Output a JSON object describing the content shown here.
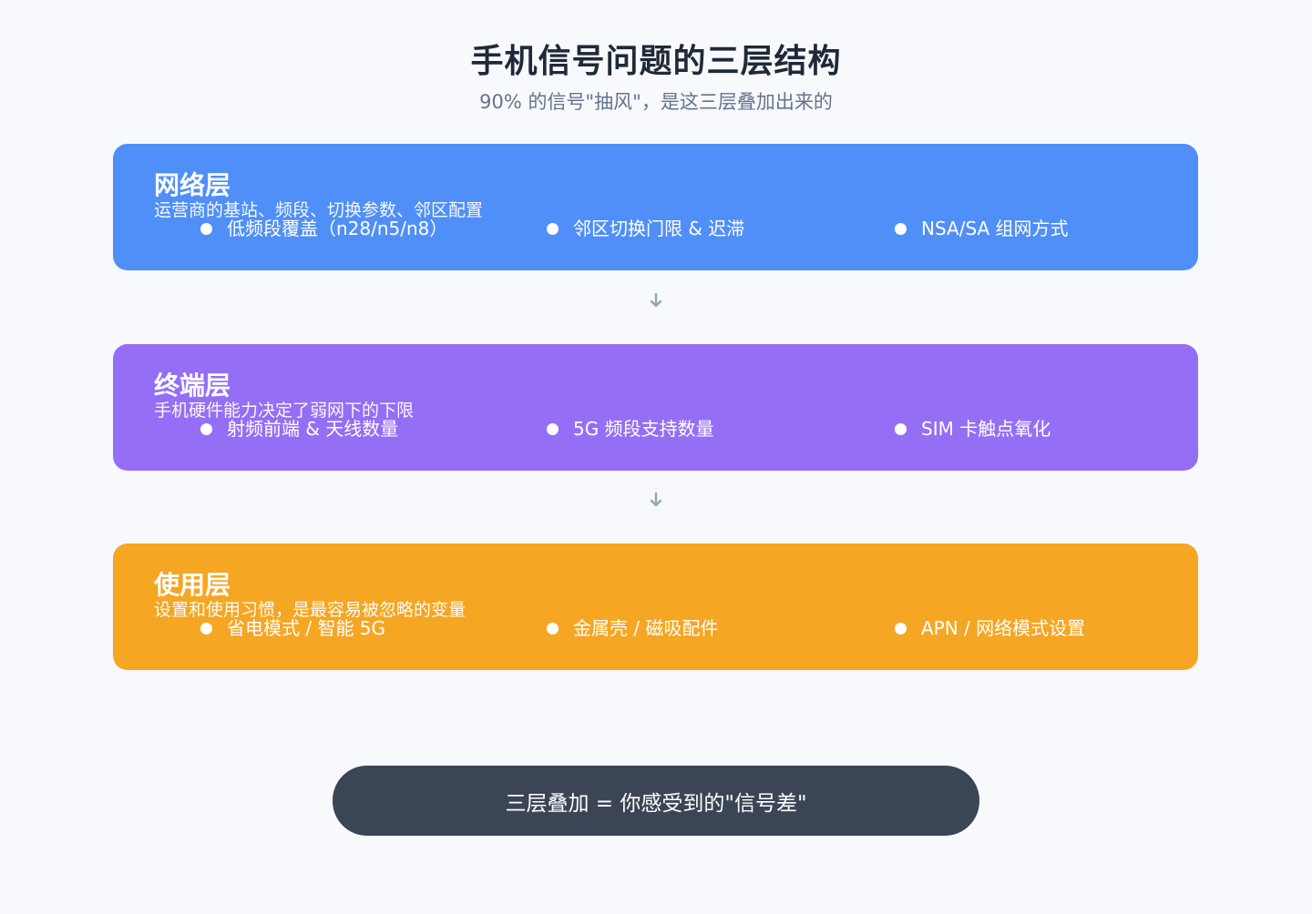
{
  "header": {
    "title": "手机信号问题的三层结构",
    "subtitle": "90% 的信号\"抽风\"，是这三层叠加出来的"
  },
  "layers": [
    {
      "name": "网络层",
      "desc": "运营商的基站、频段、切换参数、邻区配置",
      "color": "#4f8ff7",
      "items": [
        "低频段覆盖（n28/n5/n8）",
        "邻区切换门限 & 迟滞",
        "NSA/SA 组网方式"
      ]
    },
    {
      "name": "终端层",
      "desc": "手机硬件能力决定了弱网下的下限",
      "color": "#956ef6",
      "items": [
        "射频前端 & 天线数量",
        "5G 频段支持数量",
        "SIM 卡触点氧化"
      ]
    },
    {
      "name": "使用层",
      "desc": "设置和使用习惯，是最容易被忽略的变量",
      "color": "#f5a623",
      "items": [
        "省电模式 / 智能 5G",
        "金属壳 / 磁吸配件",
        "APN / 网络模式设置"
      ]
    }
  ],
  "arrows": {
    "icon": "arrow-down-icon",
    "color": "#94a3b8"
  },
  "summary": {
    "text": "三层叠加 = 你感受到的\"信号差\""
  }
}
